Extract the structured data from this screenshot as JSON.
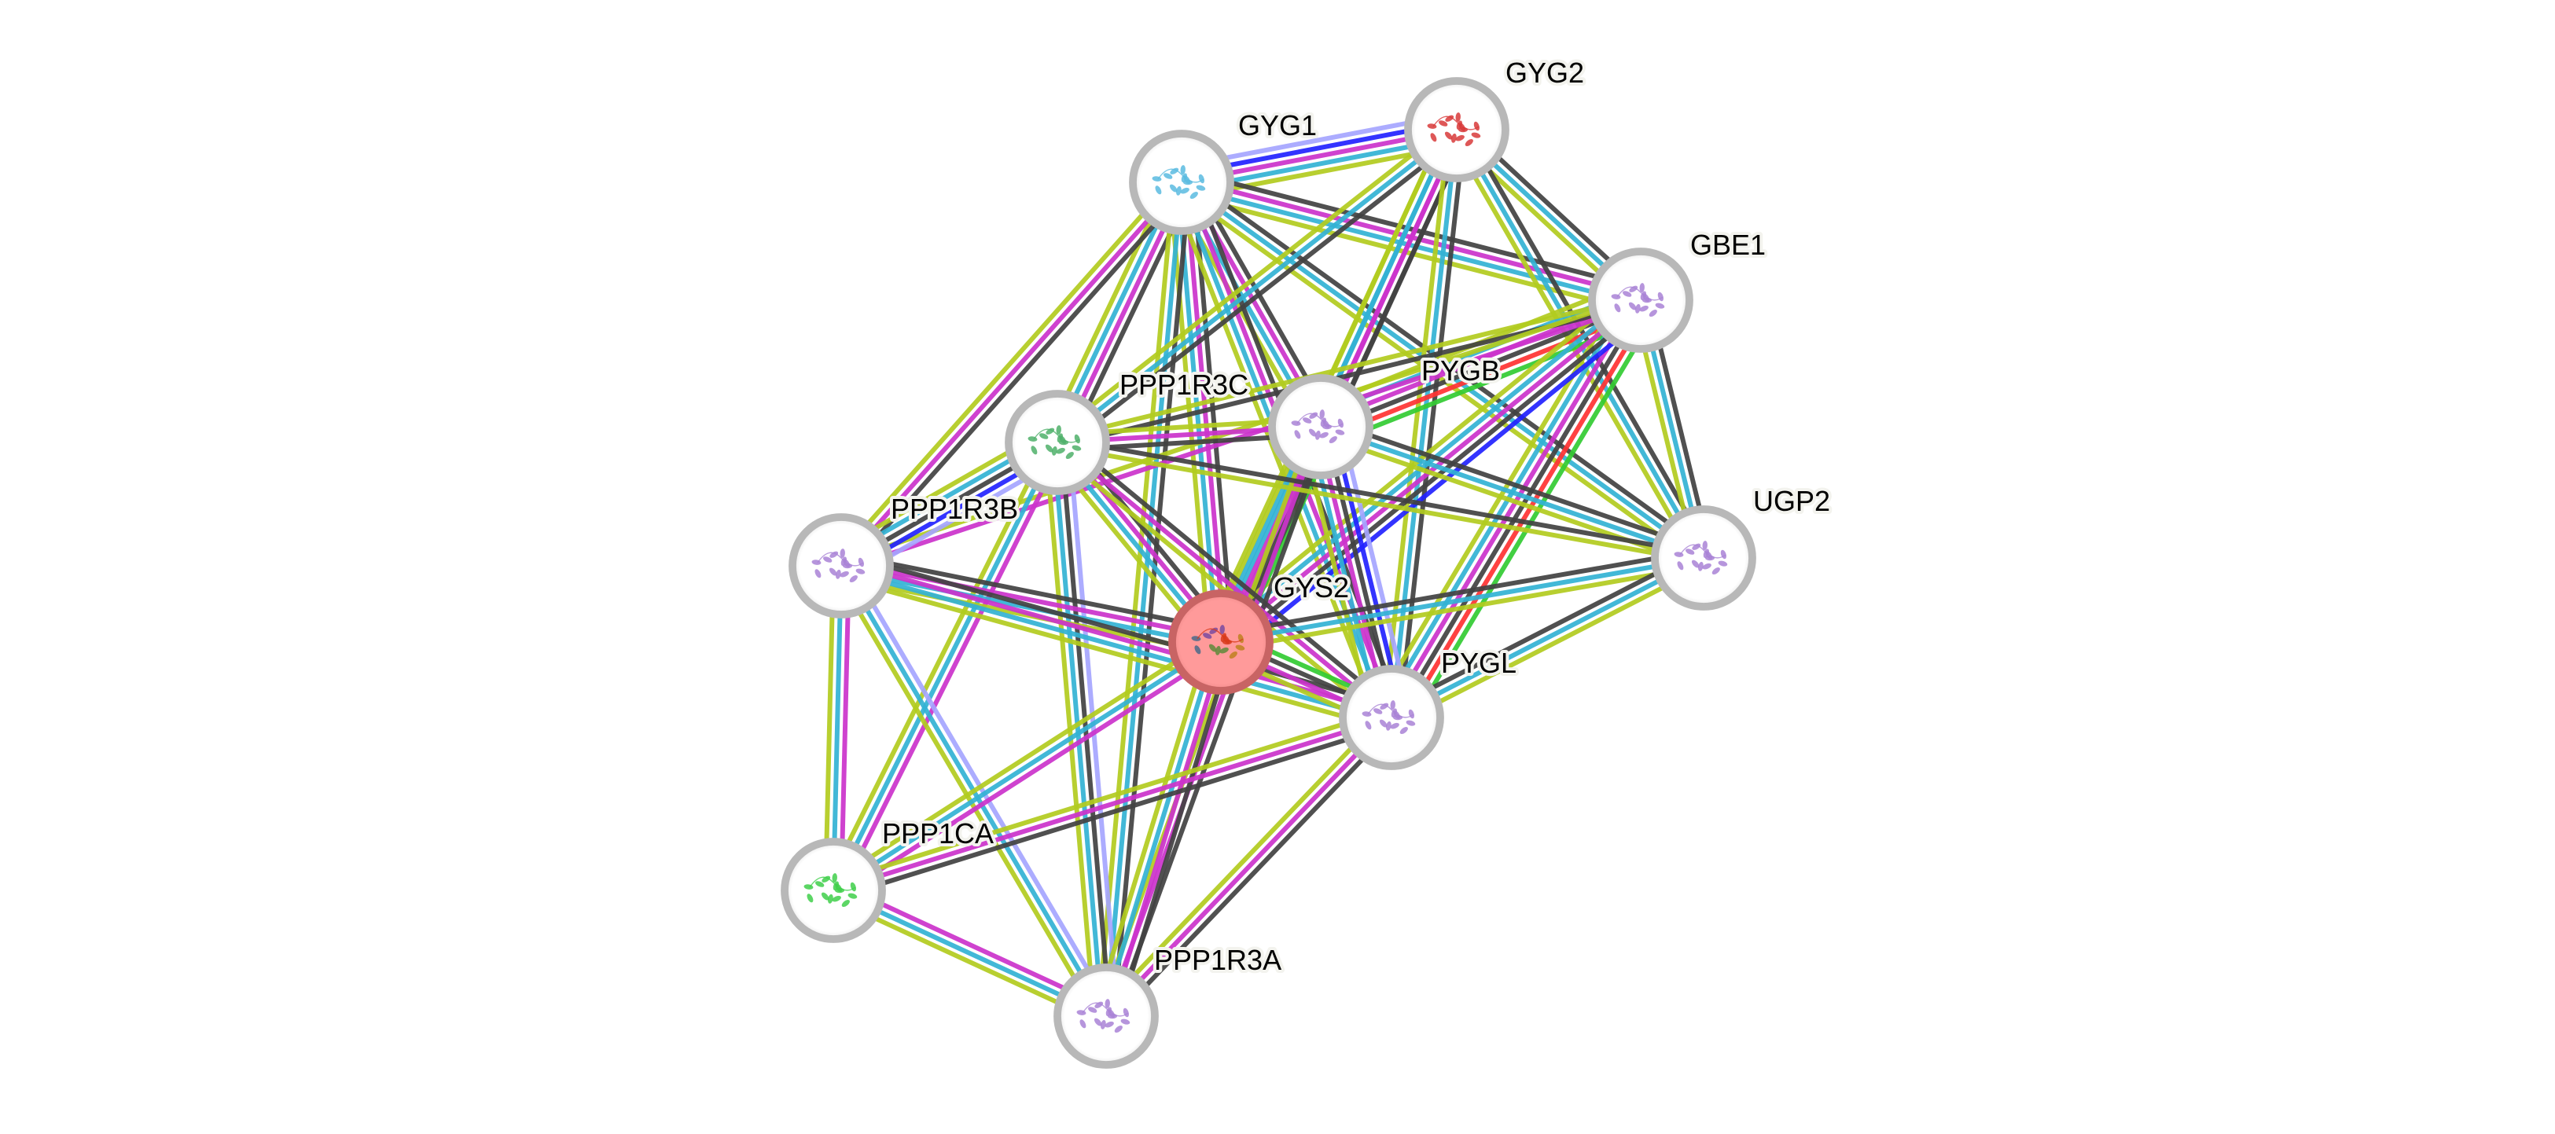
{
  "title": "Protein interaction network",
  "evidence_colors": {
    "neighborhood": "#33cc33",
    "fusion": "#ff3333",
    "cooccurrence": "#2222ff",
    "coexpression": "#424242",
    "experiments": "#cc33cc",
    "databases": "#33b2d4",
    "textmining": "#b2cc1f",
    "homology": "#a5a5ff"
  },
  "node_style": {
    "ring_color": "#b8b8b8",
    "fill_color": "#ffffff",
    "query_fill_color": "#ff9a9a",
    "query_ring_color": "#c86464"
  },
  "nodes": [
    {
      "id": "GYS2",
      "label": "GYS2",
      "query": true,
      "structure_color": "#b0702c",
      "icon": "protein-structure-multicolor"
    },
    {
      "id": "GYG1",
      "label": "GYG1",
      "query": false,
      "structure_color": "#5bbbe0",
      "icon": "protein-structure-cyan"
    },
    {
      "id": "GYG2",
      "label": "GYG2",
      "query": false,
      "structure_color": "#d83a3a",
      "icon": "protein-structure-red"
    },
    {
      "id": "GBE1",
      "label": "GBE1",
      "query": false,
      "structure_color": "#a983d6",
      "icon": "protein-structure-purple"
    },
    {
      "id": "PYGB",
      "label": "PYGB",
      "query": false,
      "structure_color": "#a983d6",
      "icon": "protein-structure-purple"
    },
    {
      "id": "PPP1R3C",
      "label": "PPP1R3C",
      "query": false,
      "structure_color": "#4fb06a",
      "icon": "protein-structure-rainbow"
    },
    {
      "id": "PPP1R3B",
      "label": "PPP1R3B",
      "query": false,
      "structure_color": "#a983d6",
      "icon": "protein-structure-purple"
    },
    {
      "id": "UGP2",
      "label": "UGP2",
      "query": false,
      "structure_color": "#a983d6",
      "icon": "protein-structure-purple"
    },
    {
      "id": "PYGL",
      "label": "PYGL",
      "query": false,
      "structure_color": "#a983d6",
      "icon": "protein-structure-purple"
    },
    {
      "id": "PPP1CA",
      "label": "PPP1CA",
      "query": false,
      "structure_color": "#3fcf4a",
      "icon": "protein-structure-green"
    },
    {
      "id": "PPP1R3A",
      "label": "PPP1R3A",
      "query": false,
      "structure_color": "#a983d6",
      "icon": "protein-structure-purple"
    }
  ],
  "edges": [
    {
      "source": "GYG1",
      "target": "GYG2",
      "evidence": [
        "homology",
        "cooccurrence",
        "experiments",
        "databases",
        "textmining"
      ]
    },
    {
      "source": "GYG1",
      "target": "GBE1",
      "evidence": [
        "coexpression",
        "experiments",
        "databases",
        "textmining"
      ]
    },
    {
      "source": "GYG1",
      "target": "PYGB",
      "evidence": [
        "coexpression",
        "experiments",
        "databases",
        "textmining"
      ]
    },
    {
      "source": "GYG1",
      "target": "PPP1R3C",
      "evidence": [
        "coexpression",
        "experiments",
        "databases",
        "textmining"
      ]
    },
    {
      "source": "GYG1",
      "target": "PPP1R3B",
      "evidence": [
        "coexpression",
        "experiments",
        "textmining"
      ]
    },
    {
      "source": "GYG1",
      "target": "GYS2",
      "evidence": [
        "coexpression",
        "experiments",
        "databases",
        "textmining"
      ]
    },
    {
      "source": "GYG1",
      "target": "PYGL",
      "evidence": [
        "coexpression",
        "experiments",
        "databases",
        "textmining"
      ]
    },
    {
      "source": "GYG1",
      "target": "UGP2",
      "evidence": [
        "coexpression",
        "databases",
        "textmining"
      ]
    },
    {
      "source": "GYG1",
      "target": "PPP1R3A",
      "evidence": [
        "coexpression",
        "databases",
        "textmining"
      ]
    },
    {
      "source": "GYG2",
      "target": "GBE1",
      "evidence": [
        "coexpression",
        "databases",
        "textmining"
      ]
    },
    {
      "source": "GYG2",
      "target": "PYGB",
      "evidence": [
        "coexpression",
        "experiments",
        "databases",
        "textmining"
      ]
    },
    {
      "source": "GYG2",
      "target": "PPP1R3C",
      "evidence": [
        "coexpression",
        "databases",
        "textmining"
      ]
    },
    {
      "source": "GYG2",
      "target": "GYS2",
      "evidence": [
        "coexpression",
        "experiments",
        "databases",
        "textmining"
      ]
    },
    {
      "source": "GYG2",
      "target": "PYGL",
      "evidence": [
        "coexpression",
        "databases",
        "textmining"
      ]
    },
    {
      "source": "GYG2",
      "target": "UGP2",
      "evidence": [
        "coexpression",
        "databases",
        "textmining"
      ]
    },
    {
      "source": "GBE1",
      "target": "PYGB",
      "evidence": [
        "neighborhood",
        "fusion",
        "coexpression",
        "experiments",
        "databases",
        "textmining"
      ]
    },
    {
      "source": "GBE1",
      "target": "PYGL",
      "evidence": [
        "neighborhood",
        "fusion",
        "coexpression",
        "experiments",
        "databases",
        "textmining"
      ]
    },
    {
      "source": "GBE1",
      "target": "GYS2",
      "evidence": [
        "cooccurrence",
        "coexpression",
        "experiments",
        "databases",
        "textmining"
      ]
    },
    {
      "source": "GBE1",
      "target": "UGP2",
      "evidence": [
        "coexpression",
        "databases",
        "textmining"
      ]
    },
    {
      "source": "GBE1",
      "target": "PPP1R3C",
      "evidence": [
        "coexpression",
        "textmining"
      ]
    },
    {
      "source": "GBE1",
      "target": "PPP1R3B",
      "evidence": [
        "experiments",
        "textmining"
      ]
    },
    {
      "source": "PYGB",
      "target": "PYGL",
      "evidence": [
        "homology",
        "cooccurrence",
        "coexpression",
        "experiments",
        "databases",
        "textmining"
      ]
    },
    {
      "source": "PYGB",
      "target": "GYS2",
      "evidence": [
        "neighborhood",
        "coexpression",
        "experiments",
        "databases",
        "textmining"
      ]
    },
    {
      "source": "PYGB",
      "target": "PPP1R3C",
      "evidence": [
        "coexpression",
        "experiments",
        "textmining"
      ]
    },
    {
      "source": "PYGB",
      "target": "UGP2",
      "evidence": [
        "coexpression",
        "databases",
        "textmining"
      ]
    },
    {
      "source": "PYGB",
      "target": "PPP1R3A",
      "evidence": [
        "coexpression",
        "experiments",
        "textmining"
      ]
    },
    {
      "source": "PPP1R3C",
      "target": "PPP1R3B",
      "evidence": [
        "homology",
        "cooccurrence",
        "coexpression",
        "databases",
        "textmining"
      ]
    },
    {
      "source": "PPP1R3C",
      "target": "GYS2",
      "evidence": [
        "coexpression",
        "experiments",
        "databases",
        "textmining"
      ]
    },
    {
      "source": "PPP1R3C",
      "target": "PYGL",
      "evidence": [
        "coexpression",
        "experiments",
        "textmining"
      ]
    },
    {
      "source": "PPP1R3C",
      "target": "UGP2",
      "evidence": [
        "coexpression",
        "textmining"
      ]
    },
    {
      "source": "PPP1R3C",
      "target": "PPP1CA",
      "evidence": [
        "experiments",
        "databases",
        "textmining"
      ]
    },
    {
      "source": "PPP1R3C",
      "target": "PPP1R3A",
      "evidence": [
        "homology",
        "coexpression",
        "databases",
        "textmining"
      ]
    },
    {
      "source": "PPP1R3B",
      "target": "GYS2",
      "evidence": [
        "coexpression",
        "experiments",
        "databases",
        "textmining"
      ]
    },
    {
      "source": "PPP1R3B",
      "target": "PYGL",
      "evidence": [
        "coexpression",
        "experiments",
        "databases",
        "textmining"
      ]
    },
    {
      "source": "PPP1R3B",
      "target": "PPP1CA",
      "evidence": [
        "experiments",
        "databases",
        "textmining"
      ]
    },
    {
      "source": "PPP1R3B",
      "target": "PPP1R3A",
      "evidence": [
        "homology",
        "databases",
        "textmining"
      ]
    },
    {
      "source": "GYS2",
      "target": "PYGL",
      "evidence": [
        "neighborhood",
        "coexpression",
        "experiments",
        "textmining"
      ]
    },
    {
      "source": "GYS2",
      "target": "UGP2",
      "evidence": [
        "coexpression",
        "databases",
        "textmining"
      ]
    },
    {
      "source": "GYS2",
      "target": "PPP1CA",
      "evidence": [
        "experiments",
        "databases",
        "textmining"
      ]
    },
    {
      "source": "GYS2",
      "target": "PPP1R3A",
      "evidence": [
        "coexpression",
        "experiments",
        "databases",
        "textmining"
      ]
    },
    {
      "source": "PYGL",
      "target": "UGP2",
      "evidence": [
        "coexpression",
        "databases",
        "textmining"
      ]
    },
    {
      "source": "PYGL",
      "target": "PPP1CA",
      "evidence": [
        "coexpression",
        "experiments",
        "textmining"
      ]
    },
    {
      "source": "PYGL",
      "target": "PPP1R3A",
      "evidence": [
        "coexpression",
        "experiments",
        "textmining"
      ]
    },
    {
      "source": "PPP1CA",
      "target": "PPP1R3A",
      "evidence": [
        "experiments",
        "databases",
        "textmining"
      ]
    }
  ]
}
